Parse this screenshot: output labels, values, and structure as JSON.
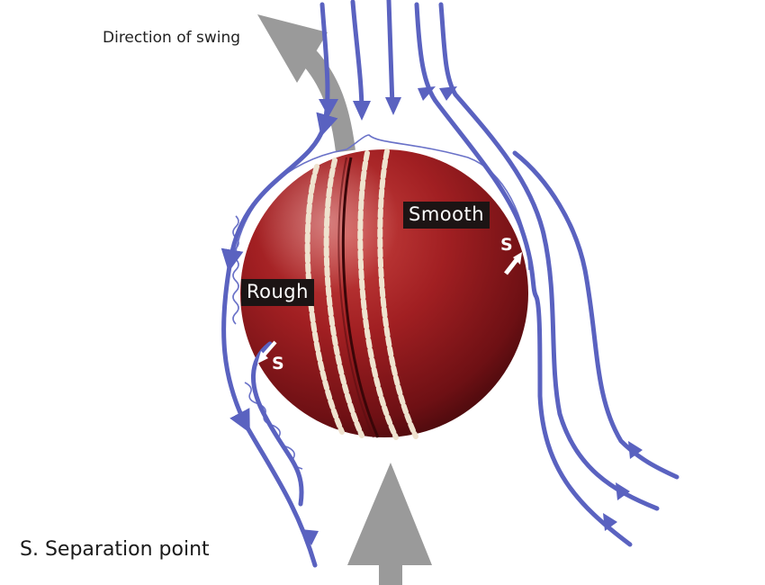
{
  "labels": {
    "direction_of_swing": "Direction of swing",
    "rough": "Rough",
    "smooth": "Smooth",
    "separation_left": "S",
    "separation_right": "S",
    "legend": "S. Separation point"
  },
  "colors": {
    "flow_line": "#5a62c0",
    "boundary_layer": "#6a72c8",
    "arrow_gray": "#9a9a9a",
    "ball_red": "#9e1d1f",
    "seam_cream": "#efe3cf",
    "label_bg": "#1c1414"
  },
  "icons": {
    "swing_arrow": "curved-arrow-up-left",
    "incoming_arrow": "arrow-up",
    "separation_marker": "small-white-arrow"
  }
}
